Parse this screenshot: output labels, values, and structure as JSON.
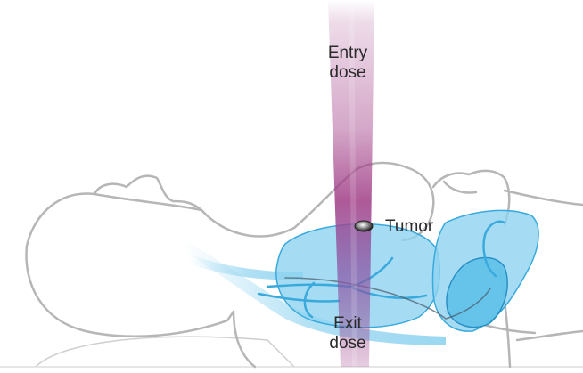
{
  "labels": {
    "entry_line1": "Entry",
    "entry_line2": "dose",
    "tumor": "Tumor",
    "exit_line1": "Exit",
    "exit_line2": "dose"
  },
  "colors": {
    "beam": "#a03c86",
    "organ_fill": "#8fd3f0",
    "organ_stroke": "#3aa9dc",
    "outline": "#b6b6b6",
    "text": "#2a2a2a"
  }
}
